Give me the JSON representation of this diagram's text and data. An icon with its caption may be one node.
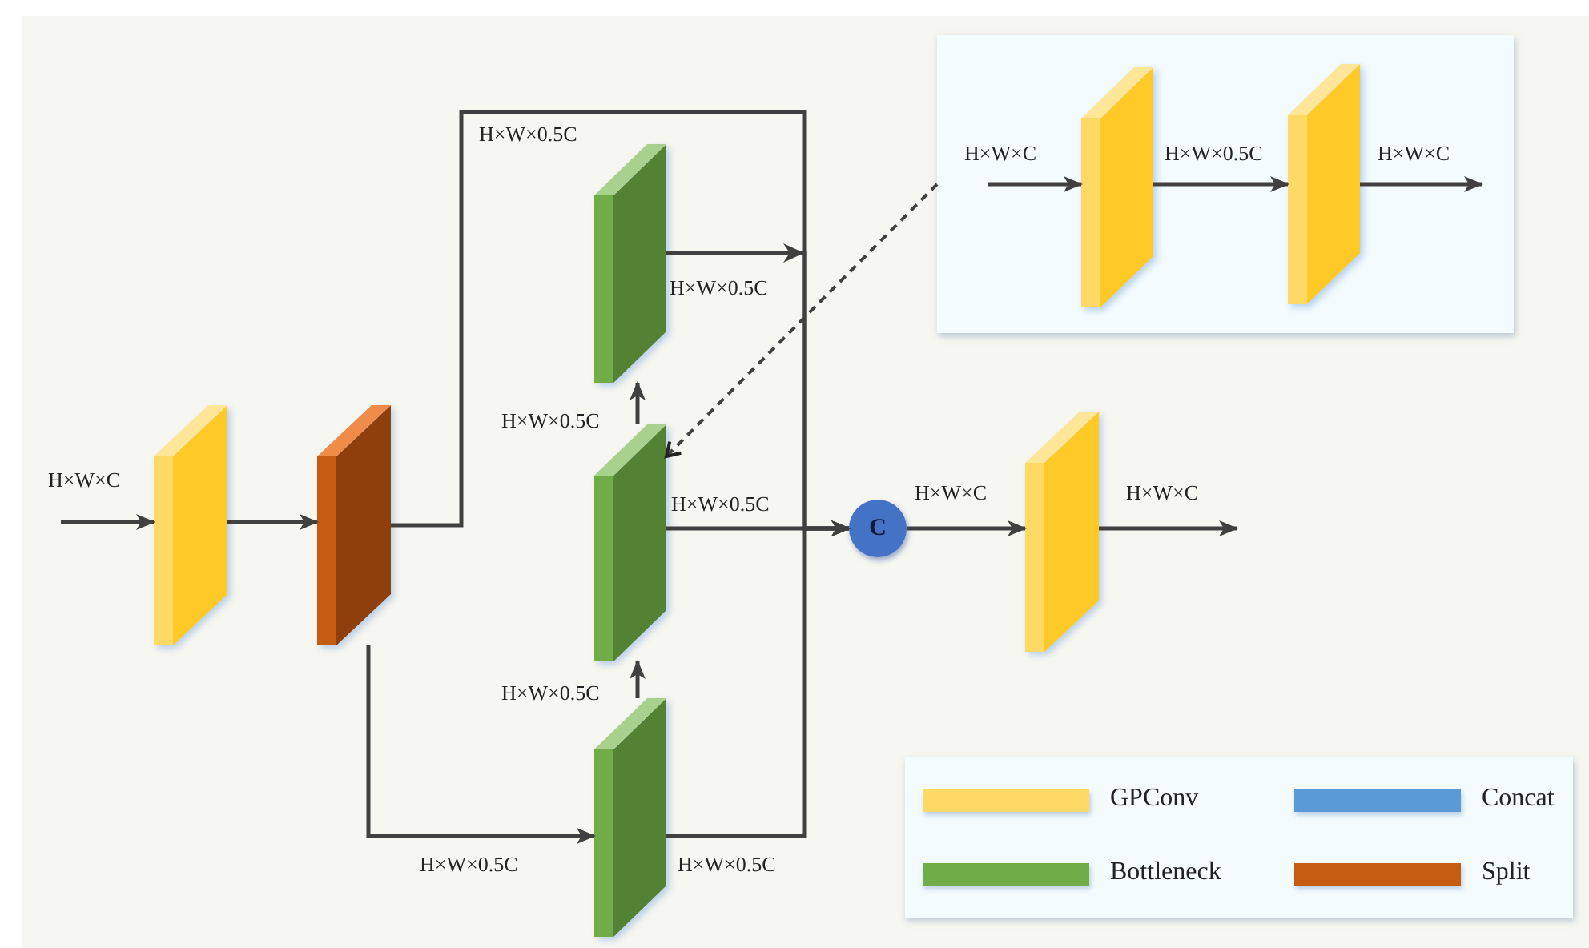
{
  "diagram": {
    "nodes": [
      {
        "text": [],
        "shape": "box"
      },
      {
        "text": [],
        "shape": "box"
      },
      {
        "text": [],
        "shape": "box"
      },
      {
        "text": [],
        "shape": "box"
      },
      {
        "text": [],
        "shape": "box"
      },
      {
        "text": [
          "C"
        ]
      },
      {
        "text": [],
        "shape": "box"
      },
      {
        "text": [],
        "shape": "box"
      },
      {
        "text": [],
        "shape": "box",
        "in": 7
      },
      {
        "text": [],
        "shape": "box",
        "in": 7
      }
    ],
    "edges": [
      {
        "from": null,
        "to": 0,
        "arrow": "to",
        "label": "H×W×C"
      },
      {
        "from": 0,
        "to": 1,
        "arrow": "to"
      },
      {
        "from": 1,
        "to": 5,
        "arrow": "to",
        "label": "H×W×0.5C"
      },
      {
        "from": 2,
        "to": 5,
        "arrow": "to",
        "label": "H×W×0.5C"
      },
      {
        "from": 3,
        "to": 5,
        "arrow": "to",
        "label": "H×W×0.5C"
      },
      {
        "from": 4,
        "to": 5,
        "arrow": "to",
        "label": "H×W×0.5C"
      },
      {
        "from": 1,
        "to": 4,
        "arrow": "to",
        "label": "H×W×0.5C"
      },
      {
        "from": 4,
        "to": 3,
        "arrow": "to",
        "label": "H×W×0.5C"
      },
      {
        "from": 3,
        "to": 2,
        "arrow": "to",
        "label": "H×W×0.5C"
      },
      {
        "from": 5,
        "to": 6,
        "arrow": "to",
        "label": "H×W×C"
      },
      {
        "from": 6,
        "to": null,
        "arrow": "to",
        "label": "H×W×C"
      },
      {
        "from": 7,
        "to": 3,
        "arrow": "to",
        "style": "dashed"
      },
      {
        "from": null,
        "to": 8,
        "arrow": "to",
        "label": "H×W×C"
      },
      {
        "from": 8,
        "to": 9,
        "arrow": "to",
        "label": "H×W×0.5C"
      },
      {
        "from": 9,
        "to": null,
        "arrow": "to",
        "label": "H×W×C"
      }
    ],
    "legend": [
      {
        "text": "GPConv",
        "color": "#ffd966"
      },
      {
        "text": "Concat",
        "color": "#5b9bd5"
      },
      {
        "text": "Bottleneck",
        "color": "#70ad47"
      },
      {
        "text": "Split",
        "color": "#c55a11"
      }
    ]
  }
}
